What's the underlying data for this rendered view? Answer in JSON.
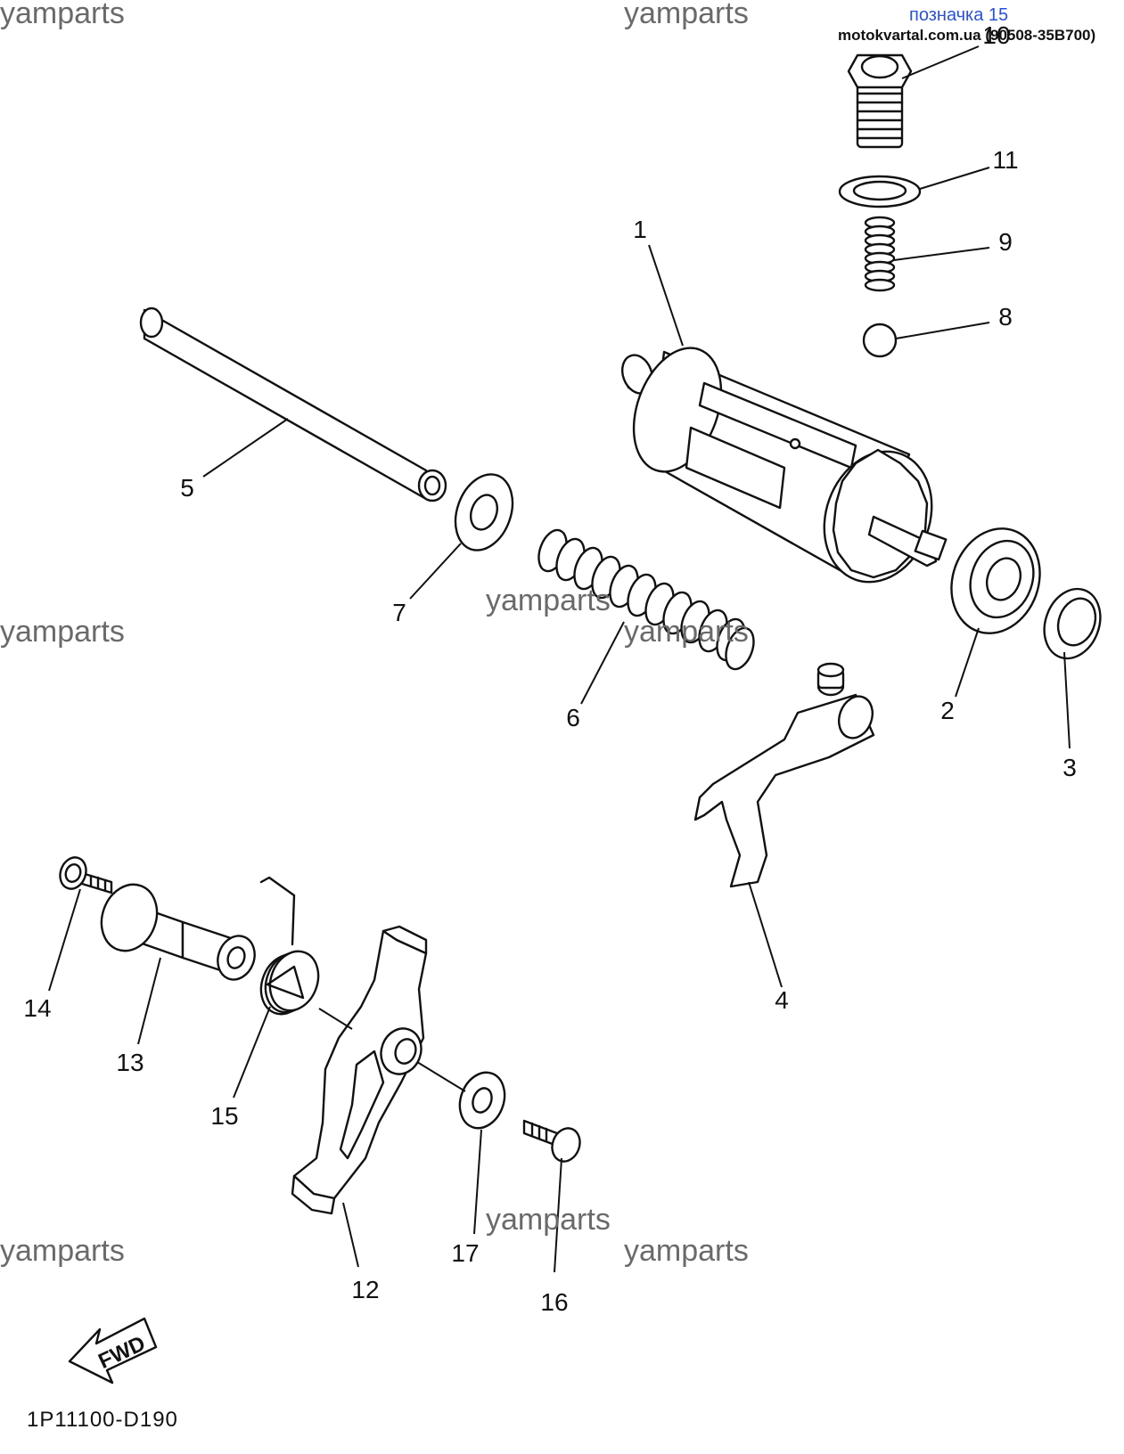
{
  "header": {
    "label": "позначка 15",
    "url_text": "motokvartal.com.ua (90508-35B700)"
  },
  "diagram_code": "1P11100-D190",
  "fwd_label": "FWD",
  "watermark": "yamparts",
  "callouts": {
    "c1": "1",
    "c2": "2",
    "c3": "3",
    "c4": "4",
    "c5": "5",
    "c6": "6",
    "c7": "7",
    "c8": "8",
    "c9": "9",
    "c10": "10",
    "c11": "11",
    "c12": "12",
    "c13": "13",
    "c14": "14",
    "c15": "15",
    "c16": "16",
    "c17": "17"
  }
}
